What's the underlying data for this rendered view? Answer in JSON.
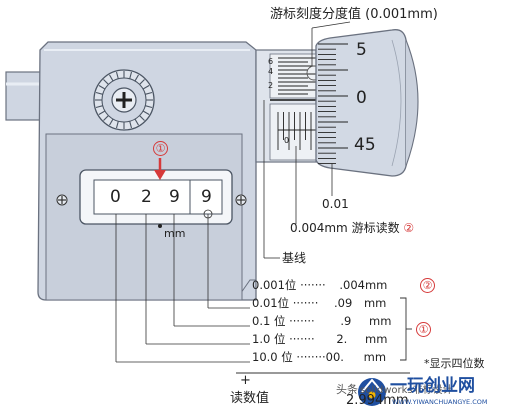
{
  "title": "游标刻度分度值 (0.001mm)",
  "thimble_scale": [
    "5",
    "0",
    "45"
  ],
  "vernier_scale": [
    "6",
    "4",
    "2"
  ],
  "sleeve_zero": "0",
  "value_001": "0.01",
  "vernier_reading": {
    "value": "0.004mm",
    "label": "游标读数",
    "marker": "②"
  },
  "baseline_label": "基线",
  "counter": {
    "marker": "①",
    "digits": [
      "0",
      "2",
      "9",
      "9"
    ],
    "unit": "mm"
  },
  "breakdown": [
    {
      "place": "0.001位",
      "dots": "·······",
      "value": ".004",
      "unit": "mm"
    },
    {
      "place": "0.01位",
      "dots": "·······",
      "value": ".09",
      "unit": "mm"
    },
    {
      "place": "0.1 位",
      "dots": "·······",
      "value": ".9",
      "unit": "mm"
    },
    {
      "place": "1.0 位",
      "dots": "·······",
      "value": "2.",
      "unit": "mm"
    },
    {
      "place": "10.0 位",
      "dots": "········",
      "value": "00.",
      "unit": "mm"
    }
  ],
  "group_markers": {
    "upper": "②",
    "lower": "①"
  },
  "plus": "+",
  "total_label": "读数值",
  "total_value": "2.994mm",
  "note": "*显示四位数",
  "watermark": {
    "prefix": "头条",
    "text": "solidworks非标设计",
    "logo_text": "一玩创业网",
    "logo_url": "WWW.YIWANCHUANGYE.COM"
  }
}
